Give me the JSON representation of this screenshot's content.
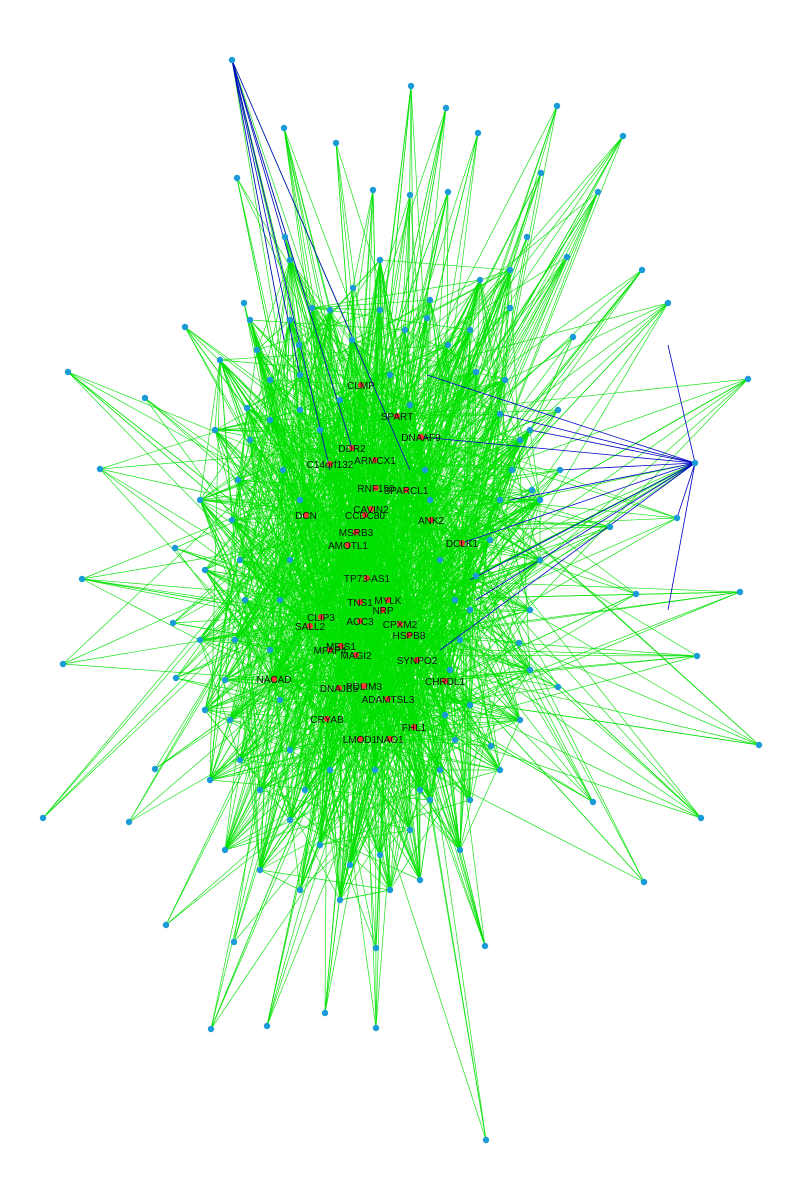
{
  "colors": {
    "background": "#ffffff",
    "edge_green": "#00e000",
    "edge_blue": "#0000c8",
    "node_outer": "#1a9ad6",
    "node_hub": "#ff3333",
    "label": "#111111"
  },
  "genes": [
    "CLMP",
    "SPART",
    "DNAAF9",
    "DDR2",
    "ARMCX1",
    "C14orf132",
    "RNF150",
    "SPARCL1",
    "CAVIN2",
    "CCDC80",
    "DCN",
    "ANK2",
    "MSRB3",
    "AMOTL1",
    "DCLK1",
    "TP73-AS1",
    "TNS1",
    "MYLK",
    "NRP",
    "CLIP3",
    "SALL2",
    "AOC3",
    "CPXM2",
    "HSPB8",
    "MEIS1",
    "MFAP4",
    "MAGI2",
    "SYNPO2",
    "NACAD",
    "CHRDL1",
    "DNAJB5",
    "PDLIM3",
    "ADAMTSL3",
    "CRYAB",
    "FHL1",
    "LMOD1",
    "NAO1"
  ]
}
